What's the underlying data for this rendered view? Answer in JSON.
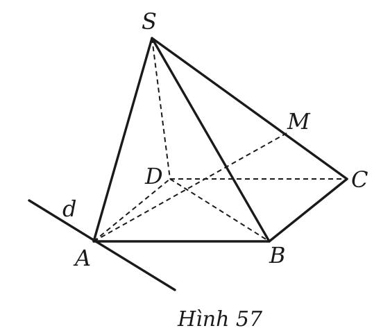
{
  "figure": {
    "caption": "Hình 57",
    "labels": {
      "S": "S",
      "M": "M",
      "D": "D",
      "C": "C",
      "d": "d",
      "A": "A",
      "B": "B"
    }
  }
}
